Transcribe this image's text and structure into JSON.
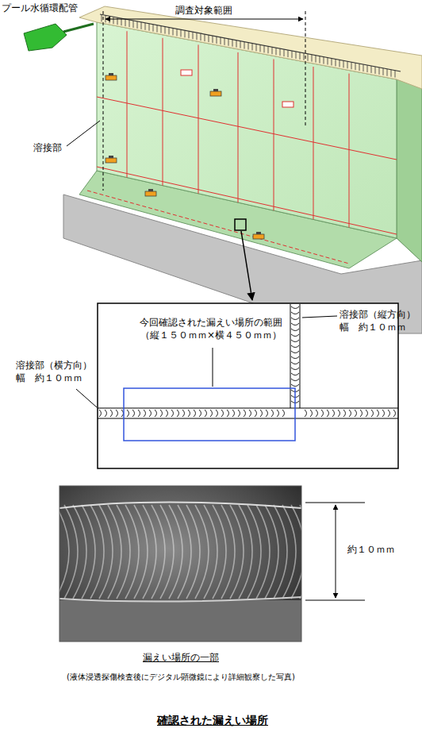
{
  "diagram": {
    "caption": "確認された漏えい場所",
    "labels": [
      "プール水循環配管",
      "調査対象範囲",
      "溶接部",
      "今回確認された漏えい場所の範囲 （縦１５０ｍｍ×横４５０ｍｍ）",
      "溶接部（縦方向） 幅　約１０ｍｍ",
      "溶接部（横方向） 幅　約１０ｍｍ",
      "約１０ｍｍ",
      "漏えい場所の一部",
      "(液体浸透探傷検査後にデジタル顕微鏡により詳細観察した写真)"
    ]
  }
}
